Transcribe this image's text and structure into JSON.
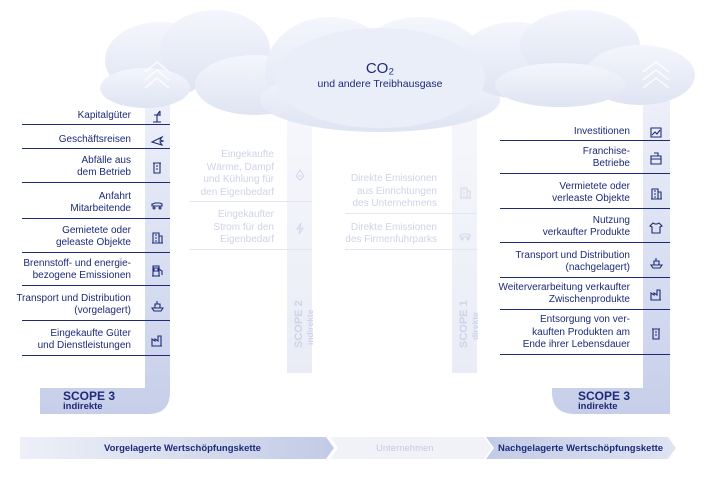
{
  "colors": {
    "navy": "#1d2a78",
    "cloud": "#e3e8f5",
    "cloud_light": "#f1f3fa",
    "column": "#c9d1ea",
    "faded_text": "#cfd3e8",
    "arrow_dark": "#c7cfe8",
    "arrow_light": "#eef0f7"
  },
  "cloud": {
    "title": "CO₂",
    "subtitle": "und andere Treibhausgase"
  },
  "left_items": [
    {
      "lines": [
        "Kapitalgüter"
      ],
      "icon": "crane-icon"
    },
    {
      "lines": [
        "Geschäftsreisen"
      ],
      "icon": "airplane-icon"
    },
    {
      "lines": [
        "Abfälle aus",
        "dem Betrieb"
      ],
      "icon": "waste-bin-icon"
    },
    {
      "lines": [
        "Anfahrt",
        "Mitarbeitende"
      ],
      "icon": "car-icon"
    },
    {
      "lines": [
        "Gemietete oder",
        "geleaste Objekte"
      ],
      "icon": "building-icon"
    },
    {
      "lines": [
        "Brennstoff- und energie-",
        "bezogene Emissionen"
      ],
      "icon": "fuel-pump-icon"
    },
    {
      "lines": [
        "Transport und Distribution",
        "(vorgelagert)"
      ],
      "icon": "ship-icon"
    },
    {
      "lines": [
        "Eingekaufte Güter",
        "und Dienstleistungen"
      ],
      "icon": "factory-icon"
    }
  ],
  "right_items": [
    {
      "lines": [
        "Investitionen"
      ],
      "icon": "chart-icon"
    },
    {
      "lines": [
        "Franchise-",
        "Betriebe"
      ],
      "icon": "store-icon"
    },
    {
      "lines": [
        "Vermietete oder",
        "verleaste Objekte"
      ],
      "icon": "building-icon"
    },
    {
      "lines": [
        "Nutzung",
        "verkaufter Produkte"
      ],
      "icon": "tshirt-icon"
    },
    {
      "lines": [
        "Transport und Distribution",
        "(nachgelagert)"
      ],
      "icon": "ship-icon"
    },
    {
      "lines": [
        "Weiterverarbeitung verkaufter",
        "Zwischenprodukte"
      ],
      "icon": "factory-icon"
    },
    {
      "lines": [
        "Entsorgung von ver-",
        "kauften Produkten am",
        "Ende ihrer Lebensdauer"
      ],
      "icon": "waste-bin-icon"
    }
  ],
  "scope2_items": [
    {
      "lines": [
        "Eingekaufte",
        "Wärme, Dampf",
        "und Kühlung für",
        "den Eigenbedarf"
      ],
      "icon": "heat-icon"
    },
    {
      "lines": [
        "Eingekaufter",
        "Strom für den",
        "Eigenbedarf"
      ],
      "icon": "lightning-icon"
    }
  ],
  "scope1_items": [
    {
      "lines": [
        "Direkte Emissionen",
        "aus Einrichtungen",
        "des Unternehmens"
      ],
      "icon": "building-icon"
    },
    {
      "lines": [
        "Direkte Emissionen",
        "des Firmenfuhrparks"
      ],
      "icon": "car-icon"
    }
  ],
  "scopes": {
    "scope3_left": {
      "title": "SCOPE 3",
      "subtitle": "indirekte"
    },
    "scope3_right": {
      "title": "SCOPE 3",
      "subtitle": "indirekte"
    },
    "scope2": {
      "title": "SCOPE 2",
      "subtitle": "indirekte"
    },
    "scope1": {
      "title": "SCOPE 1",
      "subtitle": "direkte"
    }
  },
  "value_chain": {
    "upstream": "Vorgelagerte Wertschöpfungskette",
    "company": "Unternehmen",
    "downstream": "Nachgelagerte Wertschöpfungskette"
  }
}
